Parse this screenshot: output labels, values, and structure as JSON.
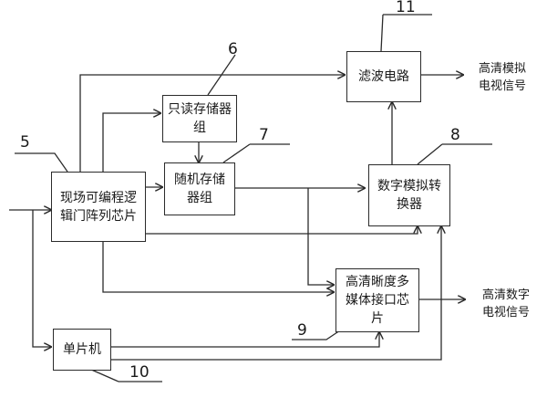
{
  "blocks": {
    "fpga": "现场可编程逻辑门阵列芯片",
    "rom": "只读存储器组",
    "ram": "随机存储器组",
    "filter": "滤波电路",
    "dac": "数字模拟转换器",
    "hdmi": "高清晰度多媒体接口芯片",
    "mcu": "单片机"
  },
  "labels": {
    "n5": "5",
    "n6": "6",
    "n7": "7",
    "n8": "8",
    "n9": "9",
    "n10": "10",
    "n11": "11"
  },
  "outputs": {
    "analog_line1": "高清模拟",
    "analog_line2": "电视信号",
    "digital_line1": "高清数字",
    "digital_line2": "电视信号"
  }
}
